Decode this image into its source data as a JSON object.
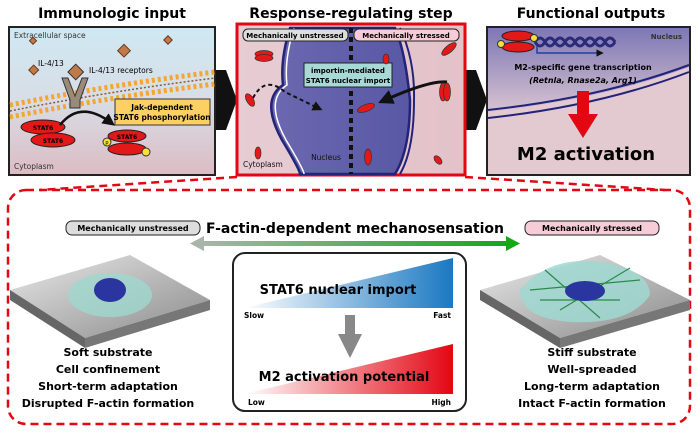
{
  "panels": {
    "input": {
      "title": "Immunologic input",
      "extracellular": "Extracellular space",
      "cytoplasm": "Cytoplasm",
      "ligand": "IL-4/13",
      "receptors": "IL-4/13 receptors",
      "stat": "STAT6",
      "phospho_line1": "Jak-dependent",
      "phospho_line2": "STAT6 phosphorylation",
      "p": "p"
    },
    "regulating": {
      "title": "Response-regulating step",
      "unstressed": "Mechanically unstressed",
      "stressed": "Mechanically stressed",
      "import_line1": "importin-mediated",
      "import_line2": "STAT6 nuclear import",
      "nucleus": "Nucleus",
      "cytoplasm": "Cytoplasm"
    },
    "outputs": {
      "title": "Functional outputs",
      "nucleus": "Nucleus",
      "transcription": "M2-specific gene transcription",
      "genes": "(Retnla, Rnase2a, Arg1)",
      "activation": "M2 activation"
    }
  },
  "bottom": {
    "title": "F-actin-dependent mechanosensation",
    "left_label": "Mechanically unstressed",
    "right_label": "Mechanically stressed",
    "left_items": [
      "Soft substrate",
      "Cell confinement",
      "Short-term adaptation",
      "Disrupted F-actin formation"
    ],
    "right_items": [
      "Stiff substrate",
      "Well-spreaded",
      "Long-term adaptation",
      "Intact F-actin formation"
    ],
    "import_title": "STAT6 nuclear import",
    "import_low": "Slow",
    "import_high": "Fast",
    "m2_title": "M2 activation potential",
    "m2_low": "Low",
    "m2_high": "High"
  },
  "colors": {
    "accent_red": "#e30613",
    "import_blue": "#1a78c2",
    "arrow_green": "#1aa31a",
    "nucleus_purple": "#5a5aa8"
  }
}
